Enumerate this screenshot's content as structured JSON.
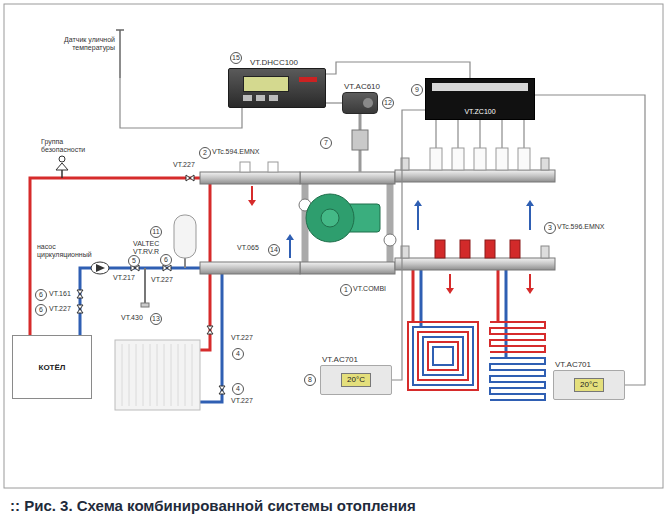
{
  "diagram": {
    "caption": ":: Рис. 3. Схема комбинированной системы отопления",
    "nodes": [
      {
        "text": [
          "VT.DHCC100"
        ]
      },
      {
        "text": [
          "VT.AC610"
        ]
      },
      {
        "text": [
          "VT.ZC100"
        ]
      },
      {
        "text": [
          "КОТЁЛ"
        ]
      },
      {
        "text": [
          "VT.AC701",
          "20°C"
        ]
      },
      {
        "text": [
          "VT.AC701",
          "20°C"
        ]
      }
    ],
    "edges": [
      {
        "from": 0,
        "to": 1,
        "arrow": "none"
      },
      {
        "from": 0,
        "to": 2,
        "arrow": "none"
      },
      {
        "from": 2,
        "to": 4,
        "arrow": "none"
      },
      {
        "from": 2,
        "to": 5,
        "arrow": "none"
      }
    ],
    "labels": [
      "Датчик уличной температуры",
      "Группа безопасности",
      "15",
      "12",
      "9",
      "2",
      "VTc.594.EMNX",
      "7",
      "VT.227",
      "VT.065",
      "14",
      "11",
      "VALTEC VT.RV.R",
      "насос циркуляционный",
      "5",
      "VT.217",
      "6",
      "VT.227",
      "6",
      "VT.161",
      "6",
      "VT.227",
      "VT.430",
      "13",
      "VT.227",
      "4",
      "4",
      "VT.227",
      "3",
      "VTc.596.EMNX",
      "1",
      "VT.COMBI",
      "8"
    ]
  }
}
